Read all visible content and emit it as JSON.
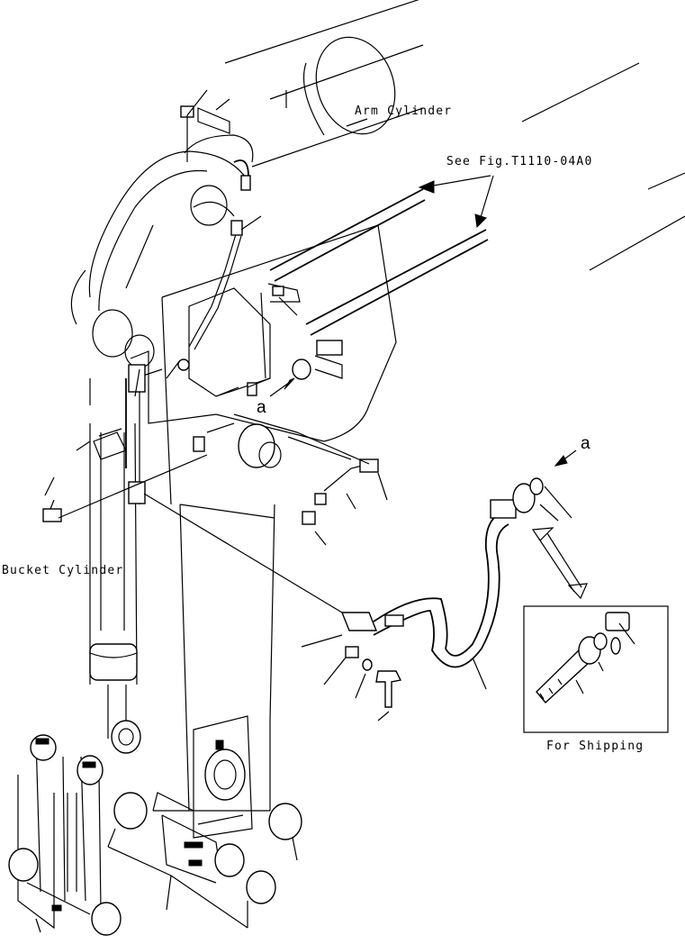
{
  "labels": {
    "arm_cylinder": "Arm Cylinder",
    "see_fig": "See Fig.T1110-04A0",
    "bucket_cylinder": "Bucket Cylinder",
    "for_shipping": "For Shipping",
    "ref_a_upper": "a",
    "ref_a_right": "a"
  },
  "colors": {
    "line": "#000000",
    "background": "#ffffff"
  }
}
